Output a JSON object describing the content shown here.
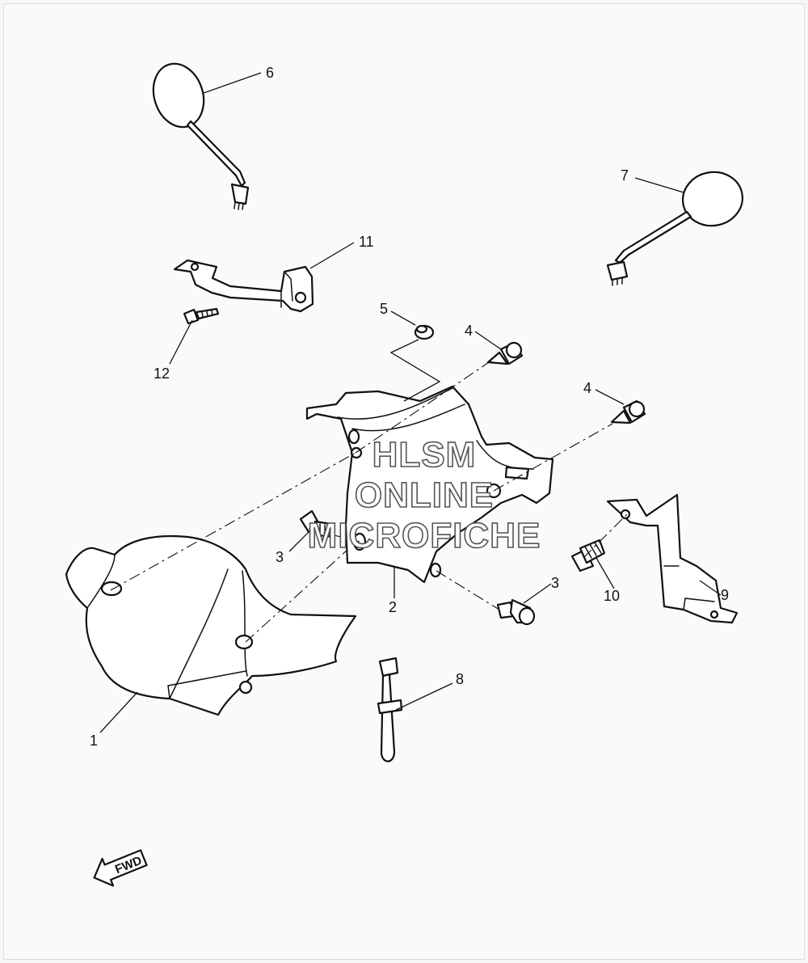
{
  "callouts": {
    "c1": "1",
    "c2": "2",
    "c3a": "3",
    "c3b": "3",
    "c4a": "4",
    "c4b": "4",
    "c5": "5",
    "c6": "6",
    "c7": "7",
    "c8": "8",
    "c9": "9",
    "c10": "10",
    "c11": "11",
    "c12": "12"
  },
  "fwd_label": "FWD",
  "watermark": {
    "line1": "HLSM",
    "line2": "ONLINE",
    "line3": "MICROFICHE"
  }
}
